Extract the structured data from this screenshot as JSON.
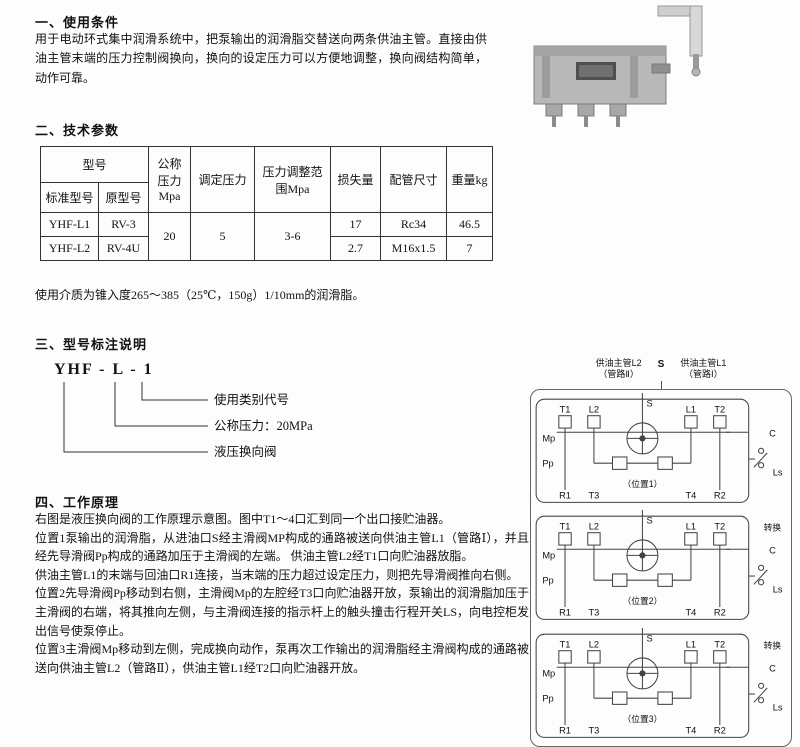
{
  "sections": {
    "usage": {
      "heading": "一、使用条件",
      "body": "用于电动环式集中润滑系统中，把泵输出的润滑脂交替送向两条供油主管。直接由供油主管末端的压力控制阀换向，换向的设定压力可以方便地调整，换向阀结构简单，动作可靠。"
    },
    "params": {
      "heading": "二、技术参数",
      "note": "使用介质为锥入度265～385（25℃，150g）1/10mm的润滑脂。"
    },
    "model": {
      "heading": "三、型号标注说明",
      "code": "YHF - L - 1",
      "annotations": [
        "使用类别代号",
        "公称压力：20MPa",
        "液压换向阀"
      ]
    },
    "principle": {
      "heading": "四、工作原理",
      "paragraphs": [
        "右图是液压换向阀的工作原理示意图。图中T1～4口汇到同一个出口接贮油器。",
        "位置1泵输出的润滑脂，从进油口S经主滑阀MP构成的通路被送向供油主管L1（管路Ⅰ），并且经先导滑阀Pp构成的通路加压于主滑阀的左端。 供油主管L2经T1口向贮油器放脂。",
        "供油主管L1的末端与回油口R1连接，当末端的压力超过设定压力，则把先导滑阀推向右侧。",
        "位置2先导滑阀Pp移动到右侧，主滑阀Mp的左腔经T3口向贮油器开放，泵输出的润滑脂加压于主滑阀的右端，将其推向左侧，与主滑阀连接的指示杆上的触头撞击行程开关LS，向电控柜发出信号使泵停止。",
        "位置3主滑阀Mp移动到左侧，完成换向动作，泵再次工作输出的润滑脂经主滑阀构成的通路被送向供油主管L2（管路Ⅱ），供油主管L1经T2口向贮油器开放。"
      ]
    }
  },
  "table": {
    "headers": {
      "model_group": "型号",
      "std": "标准型号",
      "orig": "原型号",
      "nominal": "公称压力Mpa",
      "set": "调定压力",
      "range": "压力调整范围Mpa",
      "loss": "损失量",
      "pipe": "配管尺寸",
      "weight": "重量kg"
    },
    "merged": {
      "nominal": "20",
      "set": "5",
      "range": "3-6"
    },
    "rows": [
      {
        "std": "YHF-L1",
        "orig": "RV-3",
        "loss": "17",
        "pipe": "Rc34",
        "weight": "46.5"
      },
      {
        "std": "YHF-L2",
        "orig": "RV-4U",
        "loss": "2.7",
        "pipe": "M16x1.5",
        "weight": "7"
      }
    ]
  },
  "diagram": {
    "header": {
      "left_line1": "供油主管L2",
      "left_line2": "（管路Ⅱ）",
      "s": "S",
      "right_line1": "供油主管L1",
      "right_line2": "（管路Ⅰ）"
    },
    "units": [
      {
        "t1": "T1",
        "l2": "L2",
        "s": "S",
        "l1": "L1",
        "t2": "T2",
        "mp": "Mp",
        "pp": "Pp",
        "r1": "R1",
        "t3": "T3",
        "t4": "T4",
        "r2": "R2",
        "c": "C",
        "ls": "Ls",
        "pos": "（位置1）",
        "switch": ""
      },
      {
        "t1": "T1",
        "l2": "L2",
        "s": "S",
        "l1": "L1",
        "t2": "T2",
        "mp": "Mp",
        "pp": "Pp",
        "r1": "R1",
        "t3": "T3",
        "t4": "T4",
        "r2": "R2",
        "c": "C",
        "ls": "Ls",
        "pos": "（位置2）",
        "switch": "转换"
      },
      {
        "t1": "T1",
        "l2": "L2",
        "s": "S",
        "l1": "L1",
        "t2": "T2",
        "mp": "Mp",
        "pp": "Pp",
        "r1": "R1",
        "t3": "T3",
        "t4": "T4",
        "r2": "R2",
        "c": "C",
        "ls": "Ls",
        "pos": "（位置3）",
        "switch": "转换"
      }
    ]
  }
}
